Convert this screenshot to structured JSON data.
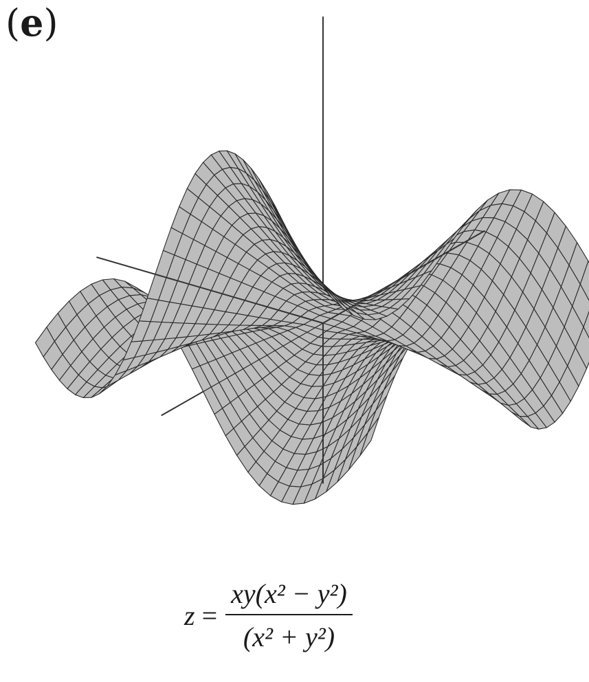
{
  "panel": {
    "open_paren": "(",
    "letter": "e",
    "close_paren": ")"
  },
  "formula": {
    "lhs": "z",
    "eq": "=",
    "numerator": "xy(x² − y²)",
    "denominator": "(x² + y²)"
  },
  "surface": {
    "type": "wireframe-surface",
    "grid_lines": 30,
    "fill_color": "#bdbdbd",
    "line_color": "#2a2a2a",
    "axis_color": "#333333"
  }
}
